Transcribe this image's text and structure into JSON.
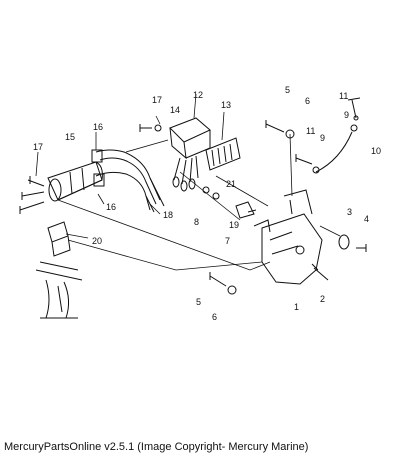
{
  "footer": "MercuryPartsOnline v2.5.1 (Image Copyright- Mercury Marine)",
  "callouts": [
    "1",
    "2",
    "3",
    "4",
    "5",
    "6",
    "7",
    "8",
    "9",
    "10",
    "11",
    "12",
    "13",
    "14",
    "15",
    "16",
    "17",
    "18",
    "19",
    "20",
    "21"
  ],
  "colors": {
    "line": "#111111",
    "background": "#ffffff"
  }
}
